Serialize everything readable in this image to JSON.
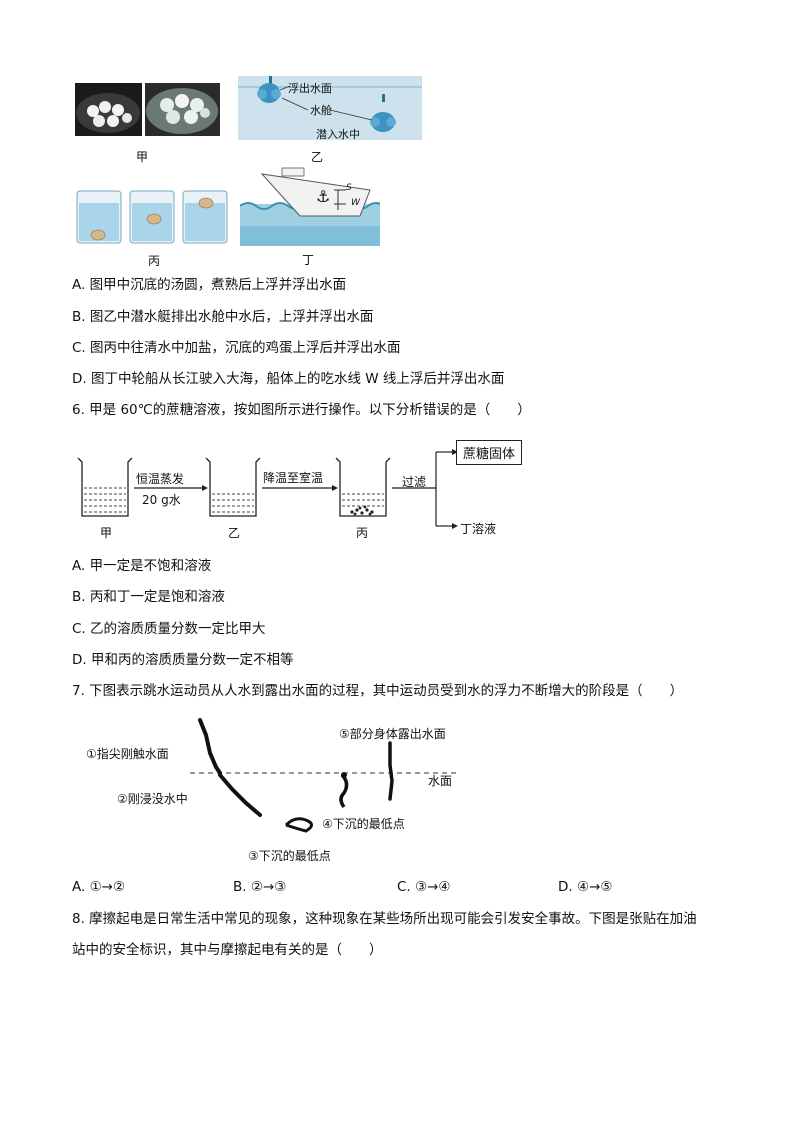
{
  "q5": {
    "figure": {
      "jia_caption": "甲",
      "yi_caption": "乙",
      "bing_caption": "丙",
      "ding_caption": "丁",
      "yi_labels": {
        "float_up": "浮出水面",
        "water_tank": "水舱",
        "dive": "潜入水中"
      },
      "ding_labels": {
        "s": "S",
        "w": "W"
      }
    },
    "options": {
      "a": "A. 图甲中沉底的汤圆，煮熟后上浮并浮出水面",
      "b": "B. 图乙中潜水艇排出水舱中水后，上浮并浮出水面",
      "c": "C. 图丙中往清水中加盐，沉底的鸡蛋上浮后并浮出水面",
      "d": "D. 图丁中轮船从长江驶入大海，船体上的吃水线 W 线上浮后并浮出水面"
    }
  },
  "q6": {
    "stem": "6. 甲是 60℃的蔗糖溶液，按如图所示进行操作。以下分析错误的是（　　）",
    "figure": {
      "step1_top": "恒温蒸发",
      "step1_bottom": "20 g水",
      "step2": "降温至室温",
      "step3": "过滤",
      "beaker1": "甲",
      "beaker2": "乙",
      "beaker3": "丙",
      "solid_box": "蔗糖固体",
      "solution": "丁溶液"
    },
    "options": {
      "a": "A. 甲一定是不饱和溶液",
      "b": "B. 丙和丁一定是饱和溶液",
      "c": "C. 乙的溶质质量分数一定比甲大",
      "d": "D. 甲和丙的溶质质量分数一定不相等"
    }
  },
  "q7": {
    "stem": "7. 下图表示跳水运动员从人水到露出水面的过程，其中运动员受到水的浮力不断增大的阶段是（　　）",
    "figure": {
      "l1": "①指尖刚触水面",
      "l2": "②刚浸没水中",
      "l3": "③下沉的最低点",
      "l4": "④下沉的最低点",
      "l5": "⑤部分身体露出水面",
      "water": "水面"
    },
    "options": {
      "a": "A. ①→②",
      "b": "B. ②→③",
      "c": "C. ③→④",
      "d": "D. ④→⑤"
    }
  },
  "q8": {
    "stem_line1": "8. 摩擦起电是日常生活中常见的现象，这种现象在某些场所出现可能会引发安全事故。下图是张贴在加油",
    "stem_line2": "站中的安全标识，其中与摩擦起电有关的是（　　）"
  }
}
